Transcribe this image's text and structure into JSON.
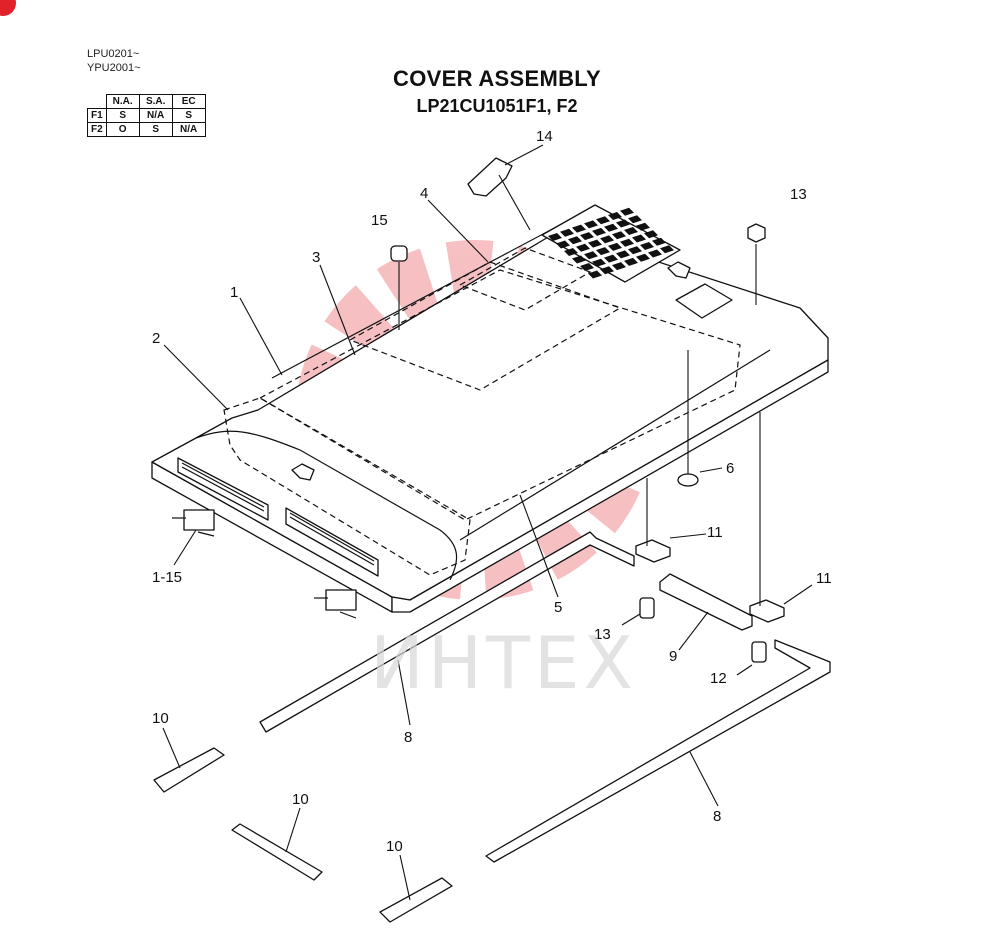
{
  "header": {
    "serial_1": "LPU0201~",
    "serial_2": "YPU2001~",
    "title": "COVER ASSEMBLY",
    "subtitle": "LP21CU1051F1, F2"
  },
  "availability_table": {
    "columns": [
      "N.A.",
      "S.A.",
      "EC"
    ],
    "rows": [
      {
        "label": "F1",
        "values": [
          "S",
          "N/A",
          "S"
        ]
      },
      {
        "label": "F2",
        "values": [
          "O",
          "S",
          "N/A"
        ]
      }
    ]
  },
  "callouts": {
    "p1": "1",
    "p2": "2",
    "p3": "3",
    "p4": "4",
    "p5": "5",
    "p6": "6",
    "p8a": "8",
    "p8b": "8",
    "p9": "9",
    "p10a": "10",
    "p10b": "10",
    "p10c": "10",
    "p11a": "11",
    "p11b": "11",
    "p12": "12",
    "p13a": "13",
    "p13b": "13",
    "p14": "14",
    "p15": "15",
    "p1_15": "1-15"
  },
  "watermark": {
    "text": "ИНТЕХ",
    "color": "#e2222b"
  }
}
